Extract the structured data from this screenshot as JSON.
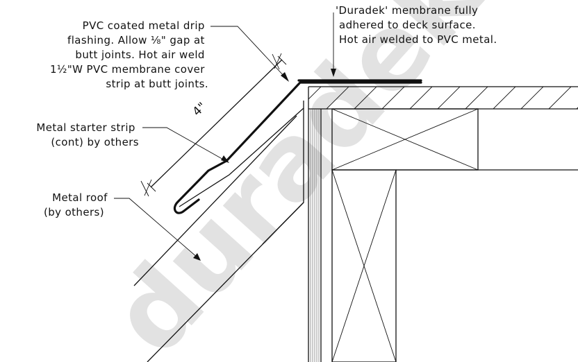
{
  "notes": {
    "drip_flashing": [
      "PVC coated metal drip",
      "flashing. Allow ⅛\" gap at",
      "butt joints. Hot air weld",
      "1½\"W PVC membrane cover",
      "strip at butt joints."
    ],
    "membrane": [
      "'Duradek' membrane fully",
      "adhered to deck surface.",
      "Hot air welded to PVC metal."
    ],
    "starter_strip": [
      "Metal starter strip",
      "(cont) by others"
    ],
    "metal_roof": [
      "Metal roof",
      "(by others)"
    ]
  },
  "dimension": {
    "label": "4\""
  },
  "watermark": {
    "text": "duradek",
    "color": "#d9d9d9"
  },
  "colors": {
    "line": "#111111",
    "background": "#ffffff"
  }
}
